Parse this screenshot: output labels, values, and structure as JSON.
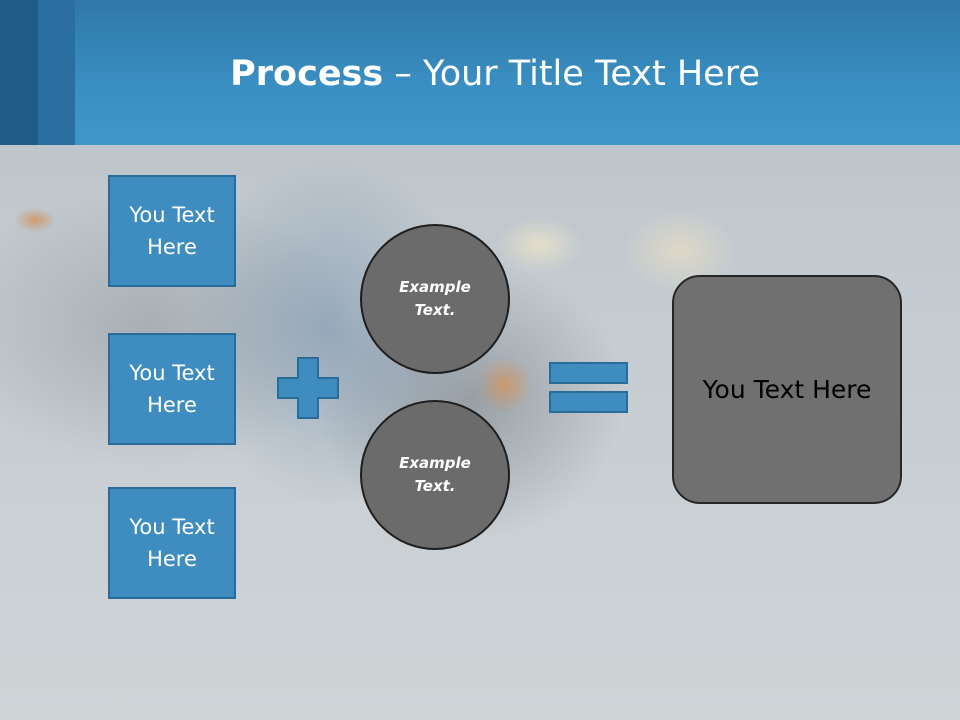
{
  "title": {
    "bold": "Process",
    "rest": " – Your Title Text Here"
  },
  "left_boxes": [
    {
      "text": "You Text Here"
    },
    {
      "text": "You Text Here"
    },
    {
      "text": "You Text Here"
    }
  ],
  "circles": [
    {
      "text": "Example Text."
    },
    {
      "text": "Example Text."
    }
  ],
  "result": {
    "text": "You Text Here"
  },
  "colors": {
    "header": "#3a8fc2",
    "box_fill": "#3e8cc0",
    "circle_fill": "#6b6b6b",
    "result_fill": "#707070",
    "operator_fill": "#3e8cc0"
  },
  "icons": {
    "plus": "plus-sign-icon",
    "equals": "equals-sign-icon"
  }
}
